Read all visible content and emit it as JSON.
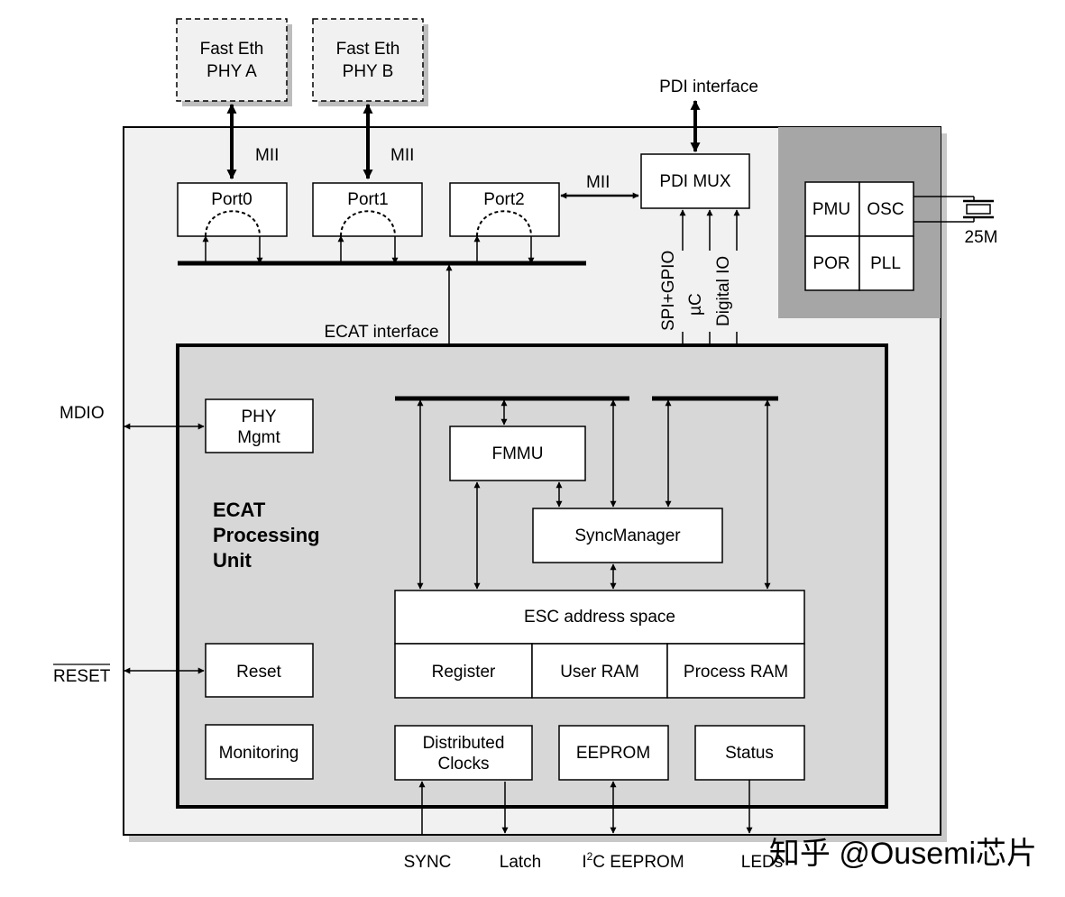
{
  "phys": [
    {
      "line1": "Fast Eth",
      "line2": "PHY A"
    },
    {
      "line1": "Fast Eth",
      "line2": "PHY B"
    }
  ],
  "mii_label": "MII",
  "ports": [
    "Port0",
    "Port1",
    "Port2"
  ],
  "pdi": {
    "interface_label": "PDI interface",
    "mux_label": "PDI MUX"
  },
  "clock_block": {
    "pmu": "PMU",
    "osc": "OSC",
    "por": "POR",
    "pll": "PLL",
    "crystal_freq": "25M"
  },
  "pdi_lines": [
    "SPI+GPIO",
    "µC",
    "Digital IO"
  ],
  "ecat_interface_label": "ECAT interface",
  "processing_unit": {
    "line1": "ECAT",
    "line2": "Processing",
    "line3": "Unit"
  },
  "blocks": {
    "phy_mgmt_1": "PHY",
    "phy_mgmt_2": "Mgmt",
    "fmmu": "FMMU",
    "sync_manager": "SyncManager",
    "address_space": "ESC address space",
    "register": "Register",
    "user_ram": "User RAM",
    "process_ram": "Process RAM",
    "reset": "Reset",
    "monitoring": "Monitoring",
    "dc_1": "Distributed",
    "dc_2": "Clocks",
    "eeprom": "EEPROM",
    "status": "Status"
  },
  "external": {
    "mdio": "MDIO",
    "reset": "RESET",
    "sync": "SYNC",
    "latch": "Latch",
    "i2c_prefix": "I",
    "i2c_sup": "2",
    "i2c_rest": "C EEPROM",
    "leds": "LEDs"
  },
  "watermark": "知乎 @Ousemi芯片"
}
